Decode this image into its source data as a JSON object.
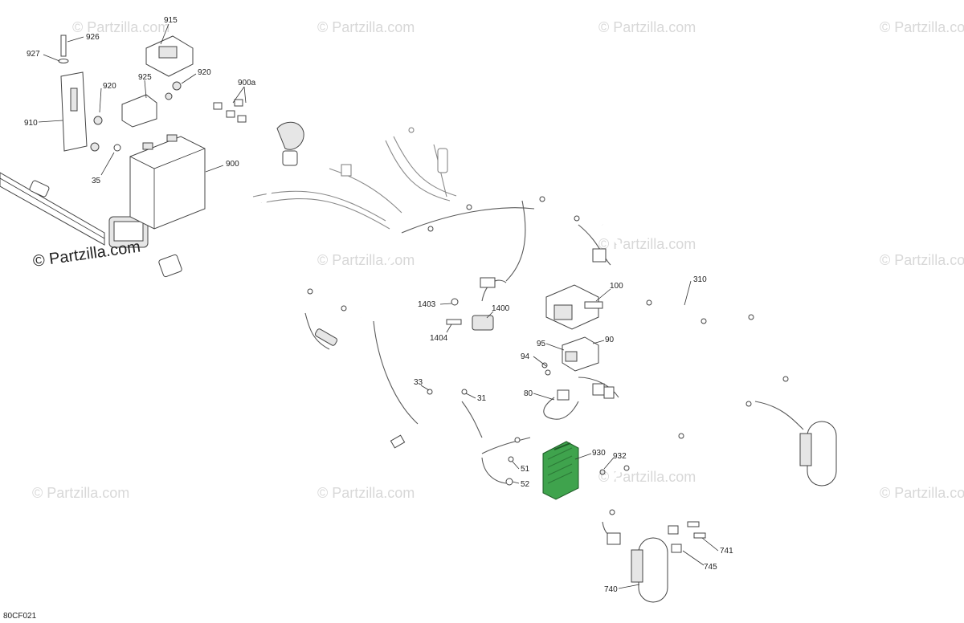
{
  "watermark_text": "© Partzilla.com",
  "diagram_code": "80CF021",
  "colors": {
    "highlight": "#3fa34d",
    "highlight_dark": "#2c7a37",
    "harness_tint": "#8a7fd0"
  },
  "callouts": {
    "926": "926",
    "927": "927",
    "915": "915",
    "920a": "920",
    "920b": "920",
    "925": "925",
    "900a": "900a",
    "910": "910",
    "35": "35",
    "900": "900",
    "1403": "1403",
    "1400": "1400",
    "1404": "1404",
    "100": "100",
    "310": "310",
    "95": "95",
    "90": "90",
    "94": "94",
    "33": "33",
    "31": "31",
    "80": "80",
    "930": "930",
    "932": "932",
    "51": "51",
    "52": "52",
    "741": "741",
    "745": "745",
    "740": "740"
  }
}
